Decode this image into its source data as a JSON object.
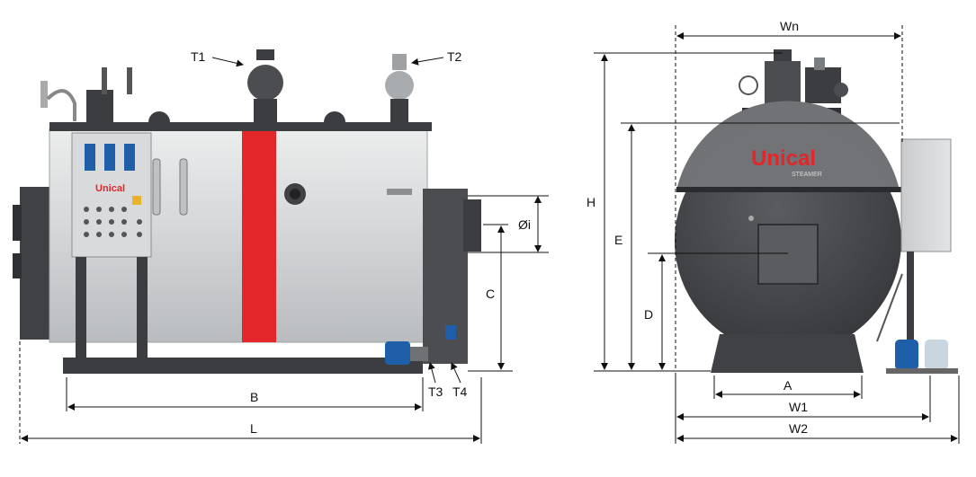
{
  "side_view": {
    "labels": {
      "t1": "T1",
      "t2": "T2",
      "t3": "T3",
      "t4": "T4",
      "b": "B",
      "l": "L",
      "c": "C",
      "oi": "Øi"
    },
    "panel_brand": "Unical"
  },
  "front_view": {
    "labels": {
      "wn": "Wn",
      "h": "H",
      "e": "E",
      "d": "D",
      "a": "A",
      "w1": "W1",
      "w2": "W2"
    },
    "brand": "Unical",
    "brand_sub": "STEAMER"
  },
  "colors": {
    "accent_red": "#e2262a",
    "body_grey": "#d7d8da",
    "dark_grey": "#4b4d50",
    "pump_blue": "#1f5ea8"
  }
}
